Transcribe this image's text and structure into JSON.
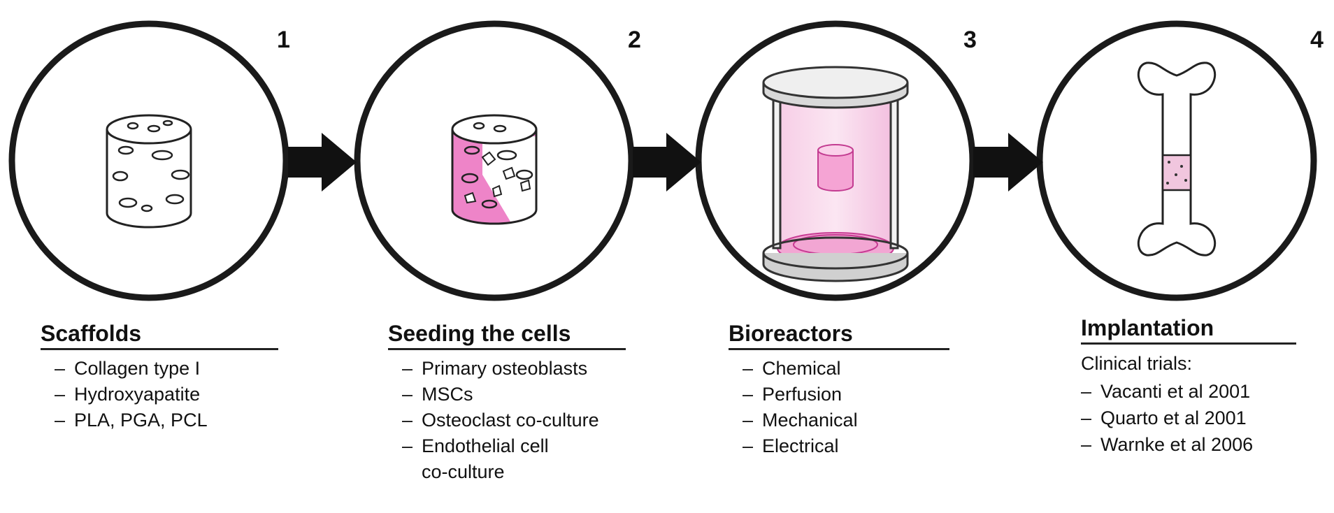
{
  "steps": [
    {
      "number": "1",
      "title": "Scaffolds",
      "items": [
        "Collagen type I",
        "Hydroxyapatite",
        "PLA, PGA, PCL"
      ]
    },
    {
      "number": "2",
      "title": "Seeding the cells",
      "items": [
        "Primary osteoblasts",
        "MSCs",
        "Osteoclast co-culture",
        "Endothelial cell",
        "co-culture"
      ]
    },
    {
      "number": "3",
      "title": "Bioreactors",
      "items": [
        "Chemical",
        "Perfusion",
        "Mechanical",
        "Electrical"
      ]
    },
    {
      "number": "4",
      "title": "Implantation",
      "subtitle": "Clinical trials:",
      "items": [
        "Vacanti et al 2001",
        "Quarto et al 2001",
        "Warnke et al 2006"
      ]
    }
  ],
  "dash": "–",
  "colors": {
    "accent_pink": "#e040b0",
    "outline": "#1a1a1a"
  }
}
